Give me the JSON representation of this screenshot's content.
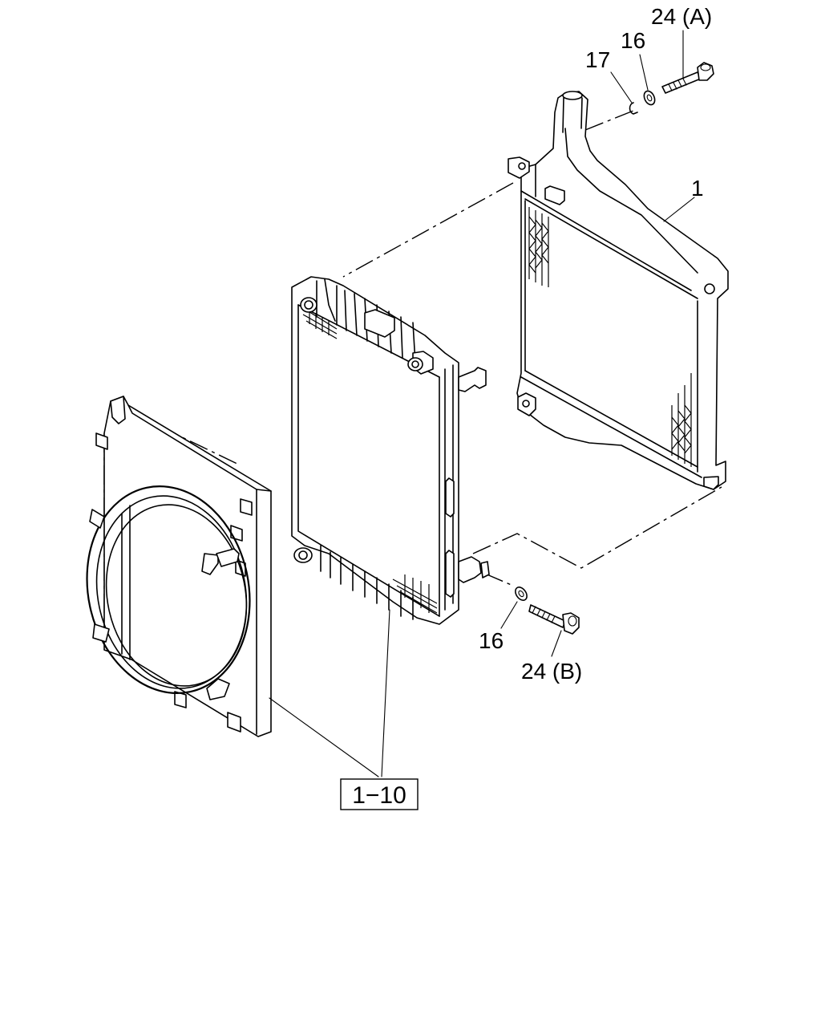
{
  "callouts": {
    "c24a": "24 (A)",
    "c16_top": "16",
    "c17": "17",
    "c1": "1",
    "c16_bottom": "16",
    "c24b": "24 (B)",
    "c1_10": "1−10"
  }
}
